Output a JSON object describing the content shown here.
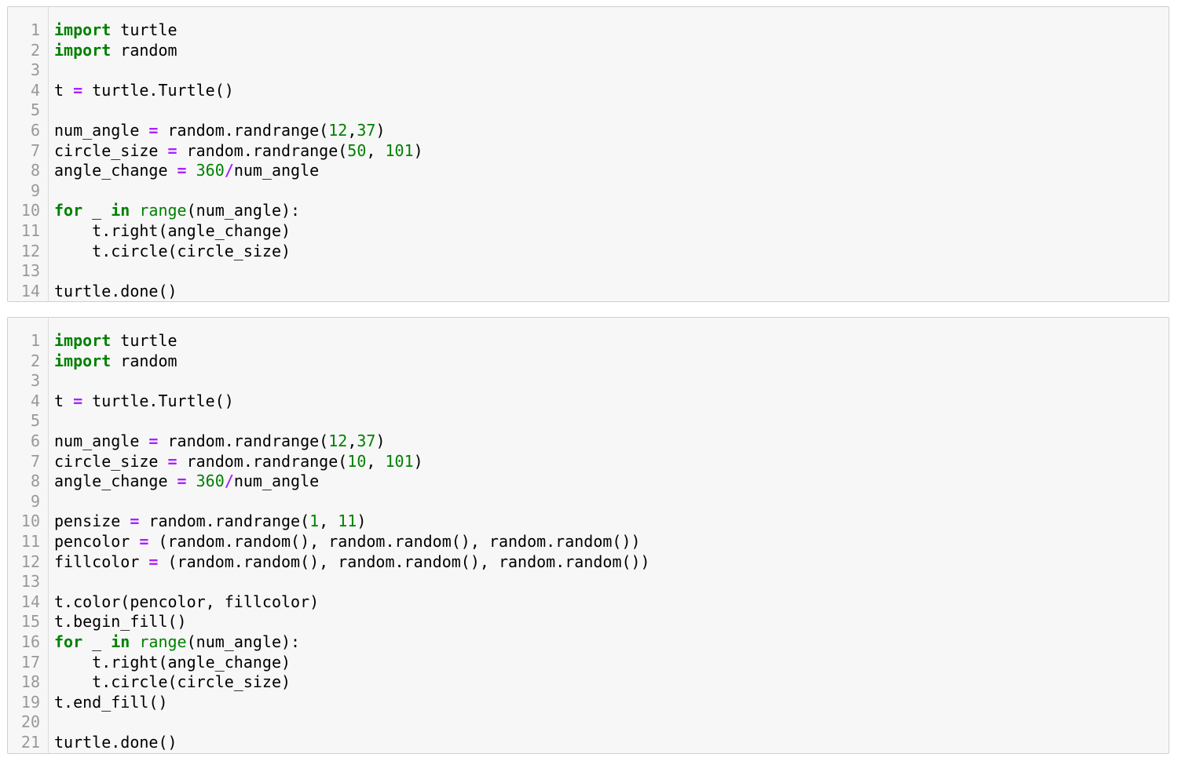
{
  "colors": {
    "keyword": "#008000",
    "operator": "#aa22ff",
    "number": "#008000",
    "builtin": "#008000",
    "text": "#000000",
    "line_number": "#999999",
    "cell_background": "#f7f7f7",
    "cell_border": "#cfcfcf"
  },
  "cells": [
    {
      "line_numbers": [
        "1",
        "2",
        "3",
        "4",
        "5",
        "6",
        "7",
        "8",
        "9",
        "10",
        "11",
        "12",
        "13",
        "14"
      ],
      "lines": [
        [
          {
            "t": "import",
            "c": "kw"
          },
          {
            "t": " turtle",
            "c": "txt"
          }
        ],
        [
          {
            "t": "import",
            "c": "kw"
          },
          {
            "t": " random",
            "c": "txt"
          }
        ],
        [],
        [
          {
            "t": "t ",
            "c": "txt"
          },
          {
            "t": "=",
            "c": "op"
          },
          {
            "t": " turtle.Turtle()",
            "c": "txt"
          }
        ],
        [],
        [
          {
            "t": "num_angle ",
            "c": "txt"
          },
          {
            "t": "=",
            "c": "op"
          },
          {
            "t": " random.randrange(",
            "c": "txt"
          },
          {
            "t": "12",
            "c": "num"
          },
          {
            "t": ",",
            "c": "txt"
          },
          {
            "t": "37",
            "c": "num"
          },
          {
            "t": ")",
            "c": "txt"
          }
        ],
        [
          {
            "t": "circle_size ",
            "c": "txt"
          },
          {
            "t": "=",
            "c": "op"
          },
          {
            "t": " random.randrange(",
            "c": "txt"
          },
          {
            "t": "50",
            "c": "num"
          },
          {
            "t": ", ",
            "c": "txt"
          },
          {
            "t": "101",
            "c": "num"
          },
          {
            "t": ")",
            "c": "txt"
          }
        ],
        [
          {
            "t": "angle_change ",
            "c": "txt"
          },
          {
            "t": "=",
            "c": "op"
          },
          {
            "t": " ",
            "c": "txt"
          },
          {
            "t": "360",
            "c": "num"
          },
          {
            "t": "/",
            "c": "op"
          },
          {
            "t": "num_angle",
            "c": "txt"
          }
        ],
        [],
        [
          {
            "t": "for",
            "c": "kw"
          },
          {
            "t": " _ ",
            "c": "txt"
          },
          {
            "t": "in",
            "c": "kw"
          },
          {
            "t": " ",
            "c": "txt"
          },
          {
            "t": "range",
            "c": "bi"
          },
          {
            "t": "(num_angle):",
            "c": "txt"
          }
        ],
        [
          {
            "t": "    t.right(angle_change)",
            "c": "txt"
          }
        ],
        [
          {
            "t": "    t.circle(circle_size)",
            "c": "txt"
          }
        ],
        [],
        [
          {
            "t": "turtle.done()",
            "c": "txt"
          }
        ]
      ]
    },
    {
      "line_numbers": [
        "1",
        "2",
        "3",
        "4",
        "5",
        "6",
        "7",
        "8",
        "9",
        "10",
        "11",
        "12",
        "13",
        "14",
        "15",
        "16",
        "17",
        "18",
        "19",
        "20",
        "21"
      ],
      "lines": [
        [
          {
            "t": "import",
            "c": "kw"
          },
          {
            "t": " turtle",
            "c": "txt"
          }
        ],
        [
          {
            "t": "import",
            "c": "kw"
          },
          {
            "t": " random",
            "c": "txt"
          }
        ],
        [],
        [
          {
            "t": "t ",
            "c": "txt"
          },
          {
            "t": "=",
            "c": "op"
          },
          {
            "t": " turtle.Turtle()",
            "c": "txt"
          }
        ],
        [],
        [
          {
            "t": "num_angle ",
            "c": "txt"
          },
          {
            "t": "=",
            "c": "op"
          },
          {
            "t": " random.randrange(",
            "c": "txt"
          },
          {
            "t": "12",
            "c": "num"
          },
          {
            "t": ",",
            "c": "txt"
          },
          {
            "t": "37",
            "c": "num"
          },
          {
            "t": ")",
            "c": "txt"
          }
        ],
        [
          {
            "t": "circle_size ",
            "c": "txt"
          },
          {
            "t": "=",
            "c": "op"
          },
          {
            "t": " random.randrange(",
            "c": "txt"
          },
          {
            "t": "10",
            "c": "num"
          },
          {
            "t": ", ",
            "c": "txt"
          },
          {
            "t": "101",
            "c": "num"
          },
          {
            "t": ")",
            "c": "txt"
          }
        ],
        [
          {
            "t": "angle_change ",
            "c": "txt"
          },
          {
            "t": "=",
            "c": "op"
          },
          {
            "t": " ",
            "c": "txt"
          },
          {
            "t": "360",
            "c": "num"
          },
          {
            "t": "/",
            "c": "op"
          },
          {
            "t": "num_angle",
            "c": "txt"
          }
        ],
        [],
        [
          {
            "t": "pensize ",
            "c": "txt"
          },
          {
            "t": "=",
            "c": "op"
          },
          {
            "t": " random.randrange(",
            "c": "txt"
          },
          {
            "t": "1",
            "c": "num"
          },
          {
            "t": ", ",
            "c": "txt"
          },
          {
            "t": "11",
            "c": "num"
          },
          {
            "t": ")",
            "c": "txt"
          }
        ],
        [
          {
            "t": "pencolor ",
            "c": "txt"
          },
          {
            "t": "=",
            "c": "op"
          },
          {
            "t": " (random.random(), random.random(), random.random())",
            "c": "txt"
          }
        ],
        [
          {
            "t": "fillcolor ",
            "c": "txt"
          },
          {
            "t": "=",
            "c": "op"
          },
          {
            "t": " (random.random(), random.random(), random.random())",
            "c": "txt"
          }
        ],
        [],
        [
          {
            "t": "t.color(pencolor, fillcolor)",
            "c": "txt"
          }
        ],
        [
          {
            "t": "t.begin_fill()",
            "c": "txt"
          }
        ],
        [
          {
            "t": "for",
            "c": "kw"
          },
          {
            "t": " _ ",
            "c": "txt"
          },
          {
            "t": "in",
            "c": "kw"
          },
          {
            "t": " ",
            "c": "txt"
          },
          {
            "t": "range",
            "c": "bi"
          },
          {
            "t": "(num_angle):",
            "c": "txt"
          }
        ],
        [
          {
            "t": "    t.right(angle_change)",
            "c": "txt"
          }
        ],
        [
          {
            "t": "    t.circle(circle_size)",
            "c": "txt"
          }
        ],
        [
          {
            "t": "t.end_fill()",
            "c": "txt"
          }
        ],
        [],
        [
          {
            "t": "turtle.done()",
            "c": "txt"
          }
        ]
      ]
    }
  ]
}
